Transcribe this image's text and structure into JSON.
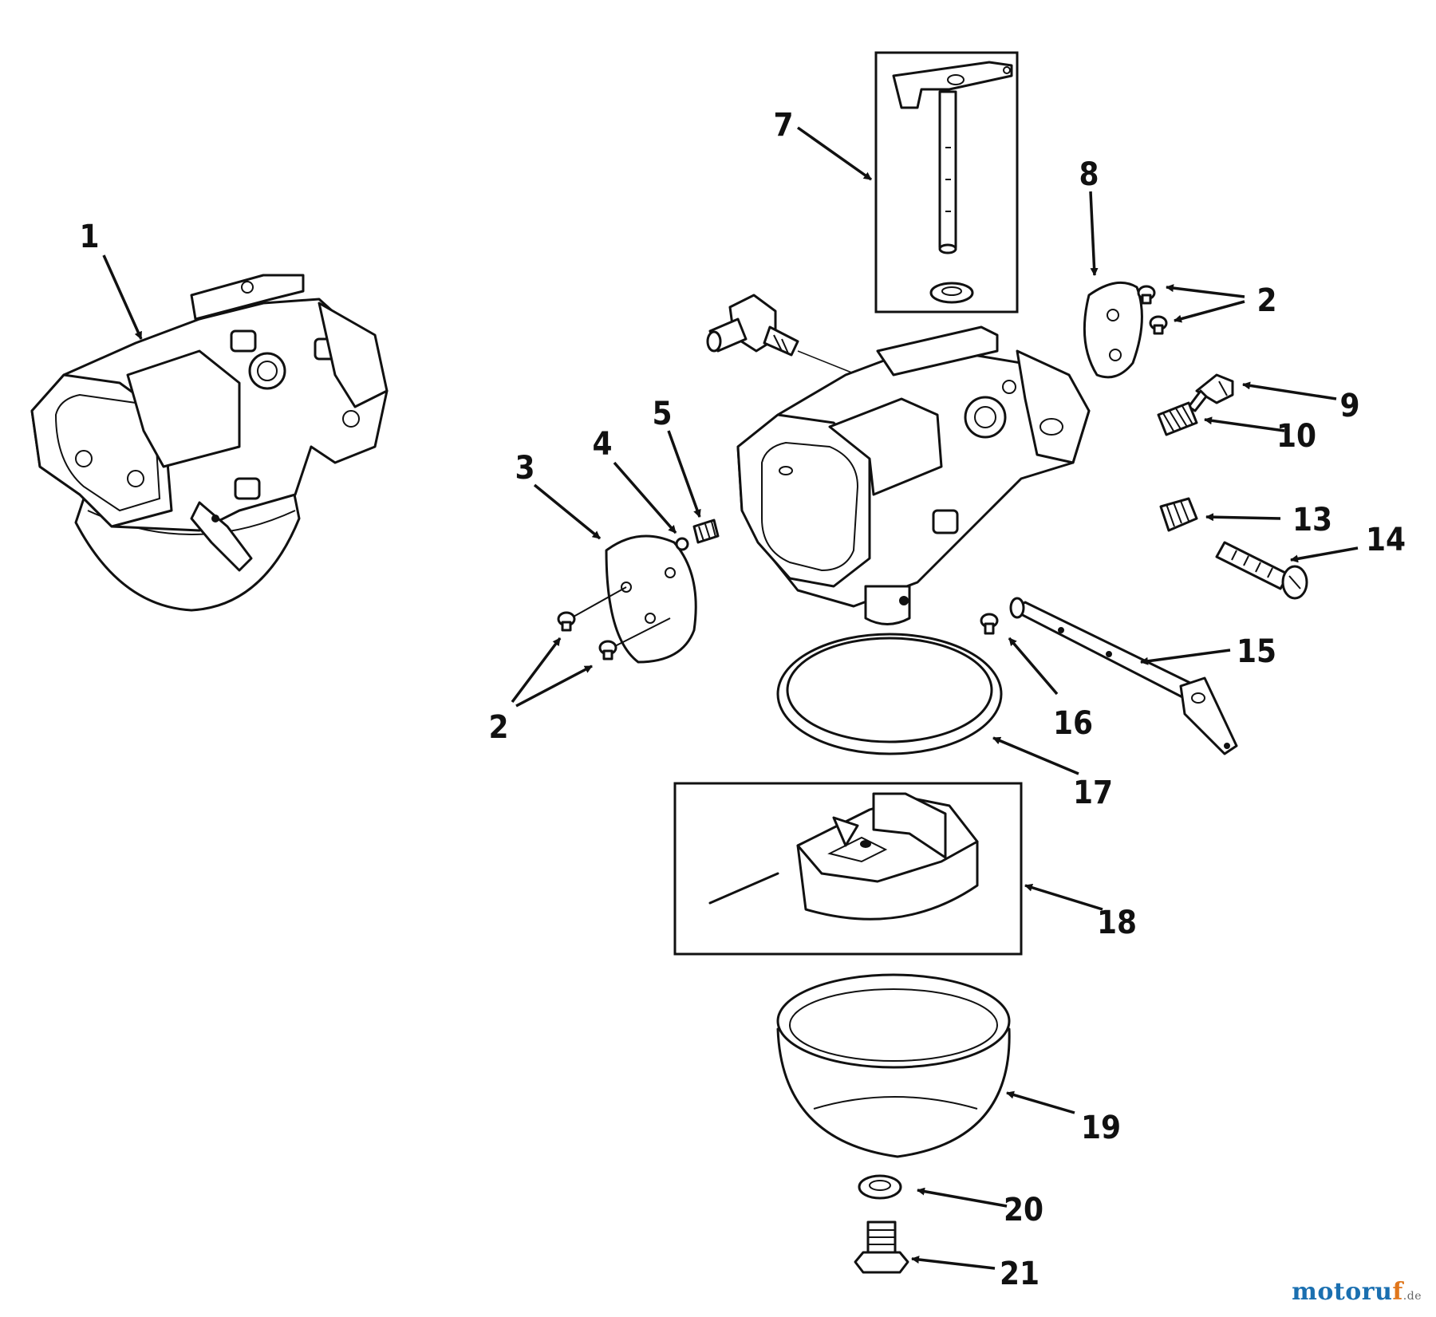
{
  "diagram": {
    "callouts": [
      {
        "id": "c1",
        "text": "1"
      },
      {
        "id": "c2a",
        "text": "2"
      },
      {
        "id": "c2b",
        "text": "2"
      },
      {
        "id": "c3",
        "text": "3"
      },
      {
        "id": "c4",
        "text": "4"
      },
      {
        "id": "c5",
        "text": "5"
      },
      {
        "id": "c7",
        "text": "7"
      },
      {
        "id": "c8",
        "text": "8"
      },
      {
        "id": "c9",
        "text": "9"
      },
      {
        "id": "c10",
        "text": "10"
      },
      {
        "id": "c13",
        "text": "13"
      },
      {
        "id": "c14",
        "text": "14"
      },
      {
        "id": "c15",
        "text": "15"
      },
      {
        "id": "c16",
        "text": "16"
      },
      {
        "id": "c17",
        "text": "17"
      },
      {
        "id": "c18",
        "text": "18"
      },
      {
        "id": "c19",
        "text": "19"
      },
      {
        "id": "c20",
        "text": "20"
      },
      {
        "id": "c21",
        "text": "21"
      }
    ]
  },
  "watermark": {
    "main": "motoru",
    "accent": "f",
    "tld": ".de"
  }
}
